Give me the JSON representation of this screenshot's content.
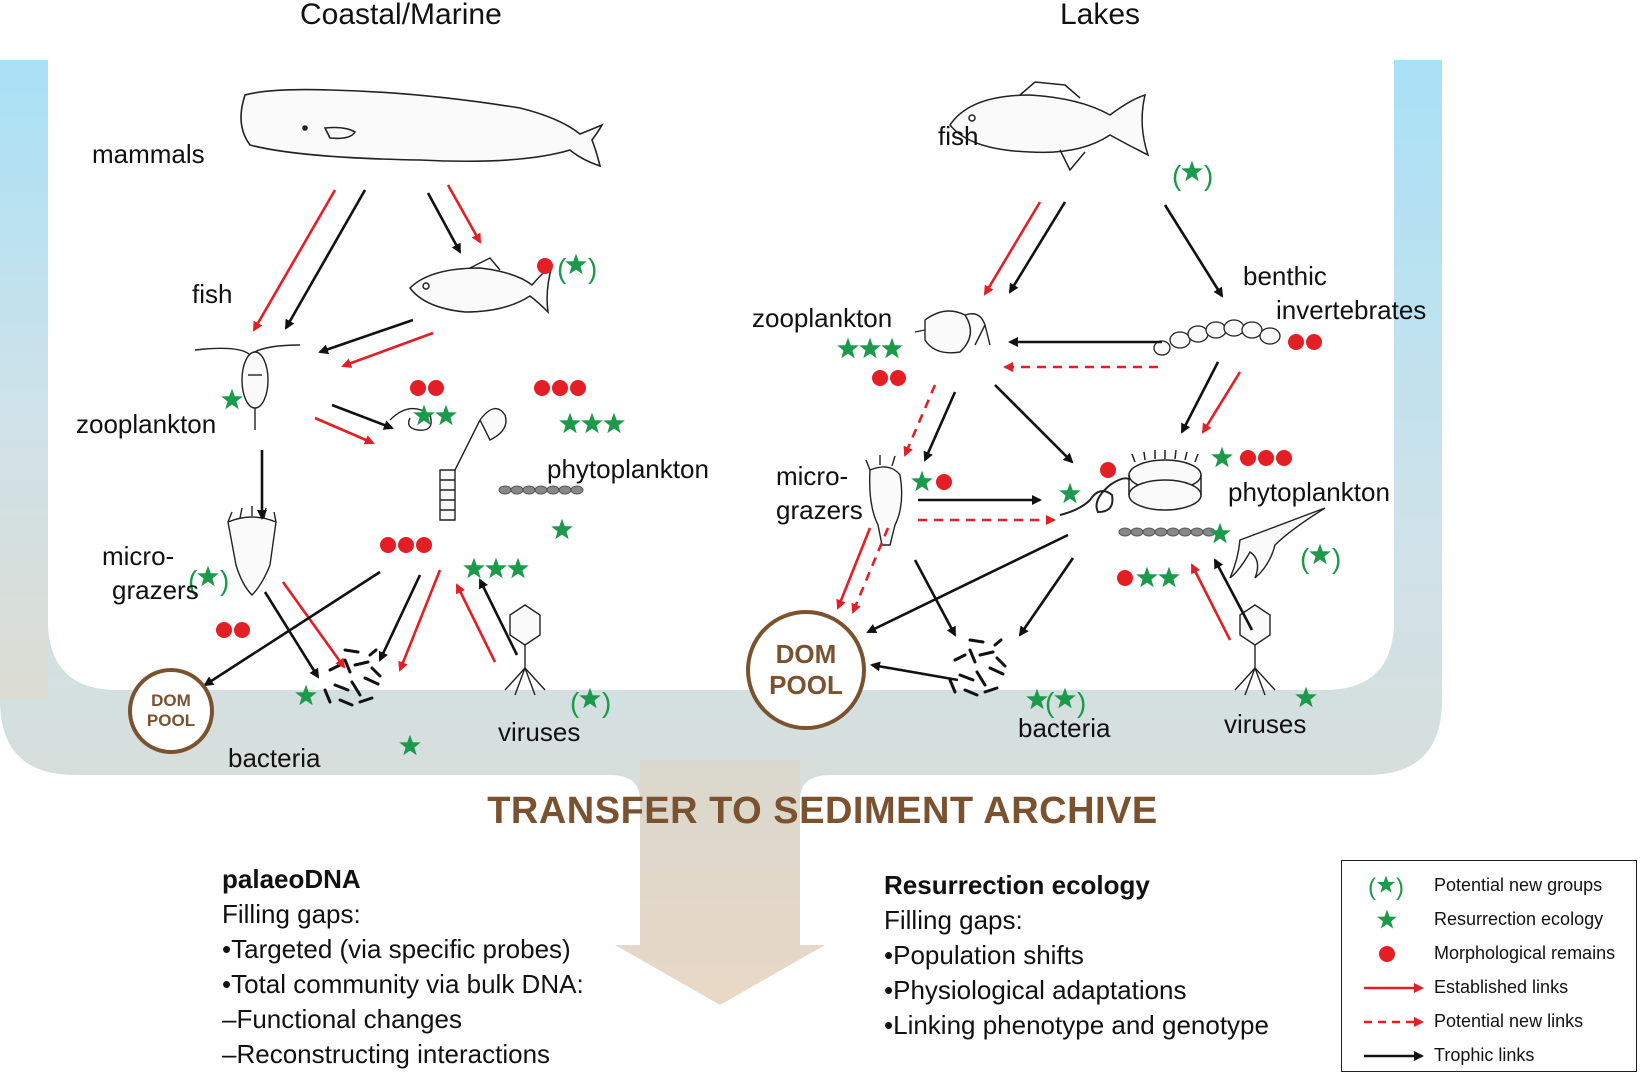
{
  "titles": {
    "left": "Coastal/Marine",
    "right": "Lakes"
  },
  "banner": "TRANSFER TO SEDIMENT ARCHIVE",
  "colors": {
    "red": "#e31e24",
    "green": "#1a9a4a",
    "brown": "#7a5230",
    "black": "#111111"
  },
  "marine": {
    "mammals": "mammals",
    "fish": "fish",
    "zooplankton": "zooplankton",
    "micrograzers_1": "micro-",
    "micrograzers_2": "grazers",
    "phytoplankton": "phytoplankton",
    "bacteria": "bacteria",
    "viruses": "viruses",
    "dom_1": "DOM",
    "dom_2": "POOL"
  },
  "lakes": {
    "fish": "fish",
    "benthic_1": "benthic",
    "benthic_2": "invertebrates",
    "zooplankton": "zooplankton",
    "micrograzers_1": "micro-",
    "micrograzers_2": "grazers",
    "phytoplankton": "phytoplankton",
    "bacteria": "bacteria",
    "viruses": "viruses",
    "dom_1": "DOM",
    "dom_2": "POOL"
  },
  "palaeo": {
    "heading": "palaeoDNA",
    "lines": [
      "Filling gaps:",
      "•Targeted (via specific probes)",
      "•Total community via bulk DNA:",
      "–Functional changes",
      "–Reconstructing interactions"
    ]
  },
  "resurrection": {
    "heading": "Resurrection ecology",
    "lines": [
      "Filling gaps:",
      "•Population shifts",
      "•Physiological adaptations",
      "•Linking phenotype and genotype"
    ]
  },
  "legend": [
    {
      "icon": "bracketed-star",
      "label": "Potential new groups"
    },
    {
      "icon": "star",
      "label": "Resurrection ecology"
    },
    {
      "icon": "dot",
      "label": "Morphological remains"
    },
    {
      "icon": "red-arrow",
      "label": "Established links"
    },
    {
      "icon": "red-dashed-arrow",
      "label": "Potential new links"
    },
    {
      "icon": "black-arrow",
      "label": "Trophic links"
    }
  ]
}
